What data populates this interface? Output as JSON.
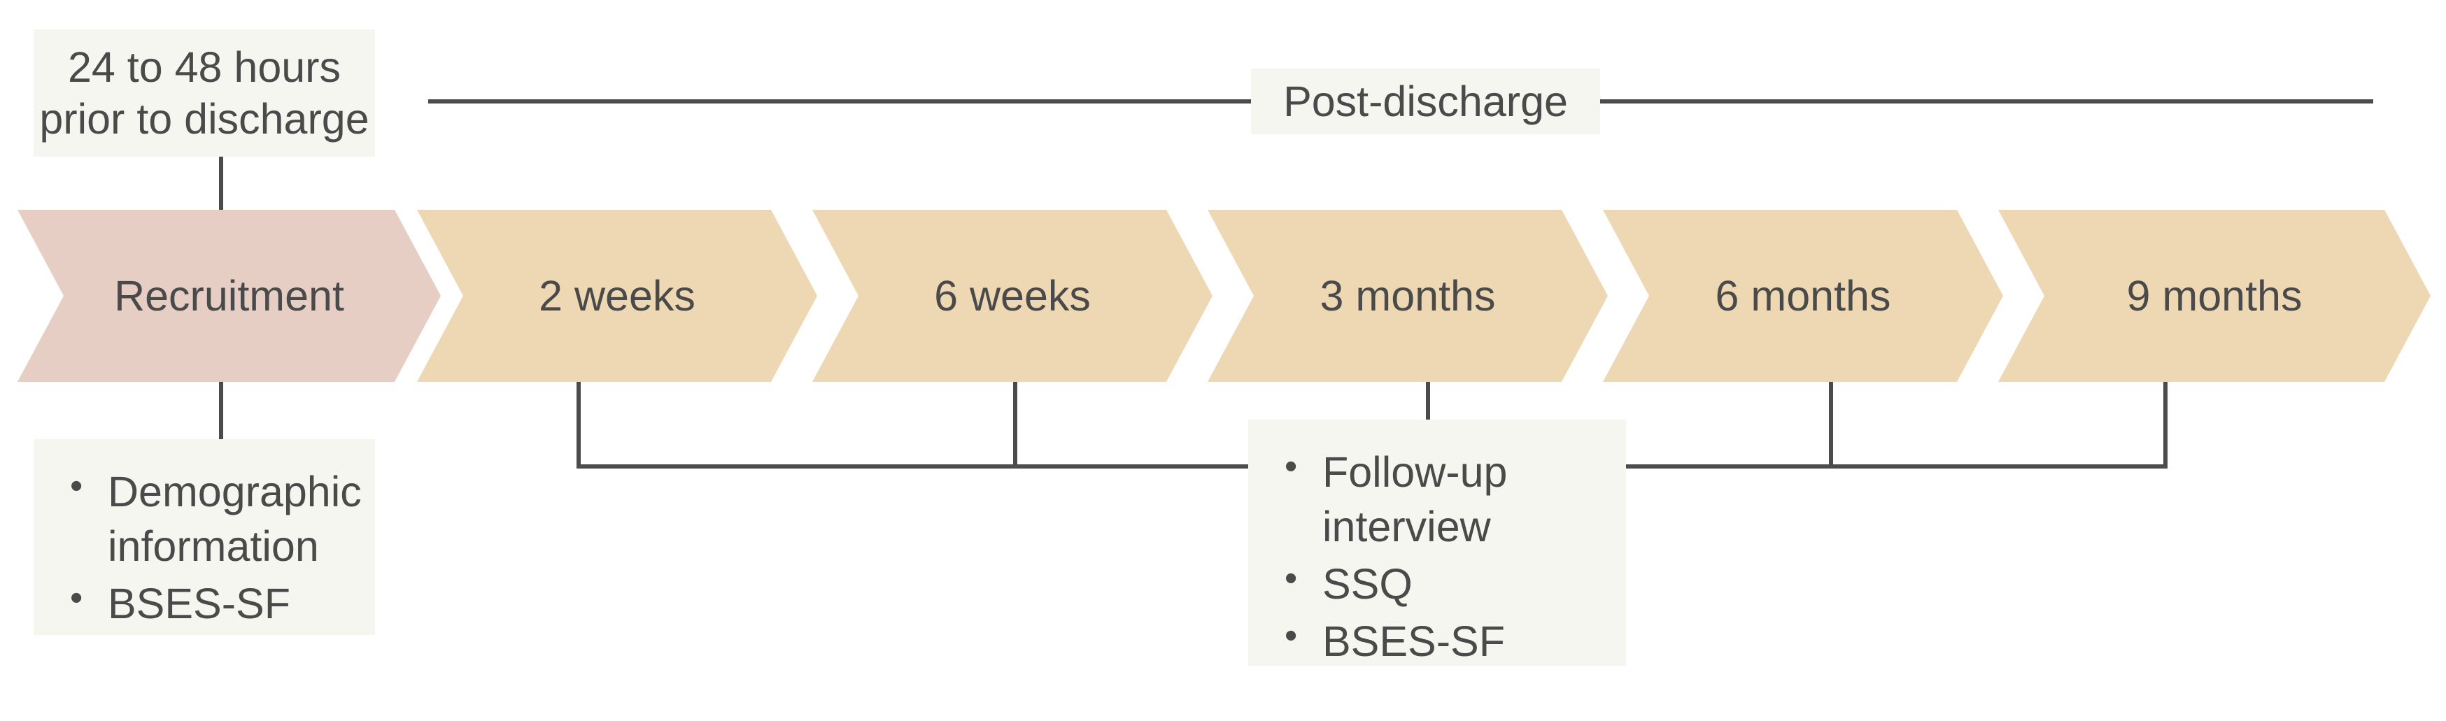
{
  "timeline": {
    "phase_labels": {
      "pre": [
        "24 to 48 hours",
        "prior to discharge"
      ],
      "post": "Post-discharge"
    },
    "stages": [
      {
        "label": "Recruitment",
        "color": "#e6cec4",
        "kind": "recruitment"
      },
      {
        "label": "2 weeks",
        "color": "#eed7b3",
        "kind": "followup"
      },
      {
        "label": "6 weeks",
        "color": "#eed7b3",
        "kind": "followup"
      },
      {
        "label": "3 months",
        "color": "#eed7b3",
        "kind": "followup"
      },
      {
        "label": "6 months",
        "color": "#eed7b3",
        "kind": "followup"
      },
      {
        "label": "9 months",
        "color": "#eed7b3",
        "kind": "followup"
      }
    ],
    "recruitment_measures": [
      "Demographic information",
      "BSES-SF"
    ],
    "followup_measures": [
      "Follow-up interview",
      "SSQ",
      "BSES-SF"
    ],
    "colors": {
      "recruitment_fill": "#e6cec4",
      "followup_fill": "#eed7b3",
      "note_background": "#f5f6f0",
      "text": "#4a4a4a",
      "connector_line": "#4b4b4b",
      "page_background": "#ffffff"
    }
  }
}
